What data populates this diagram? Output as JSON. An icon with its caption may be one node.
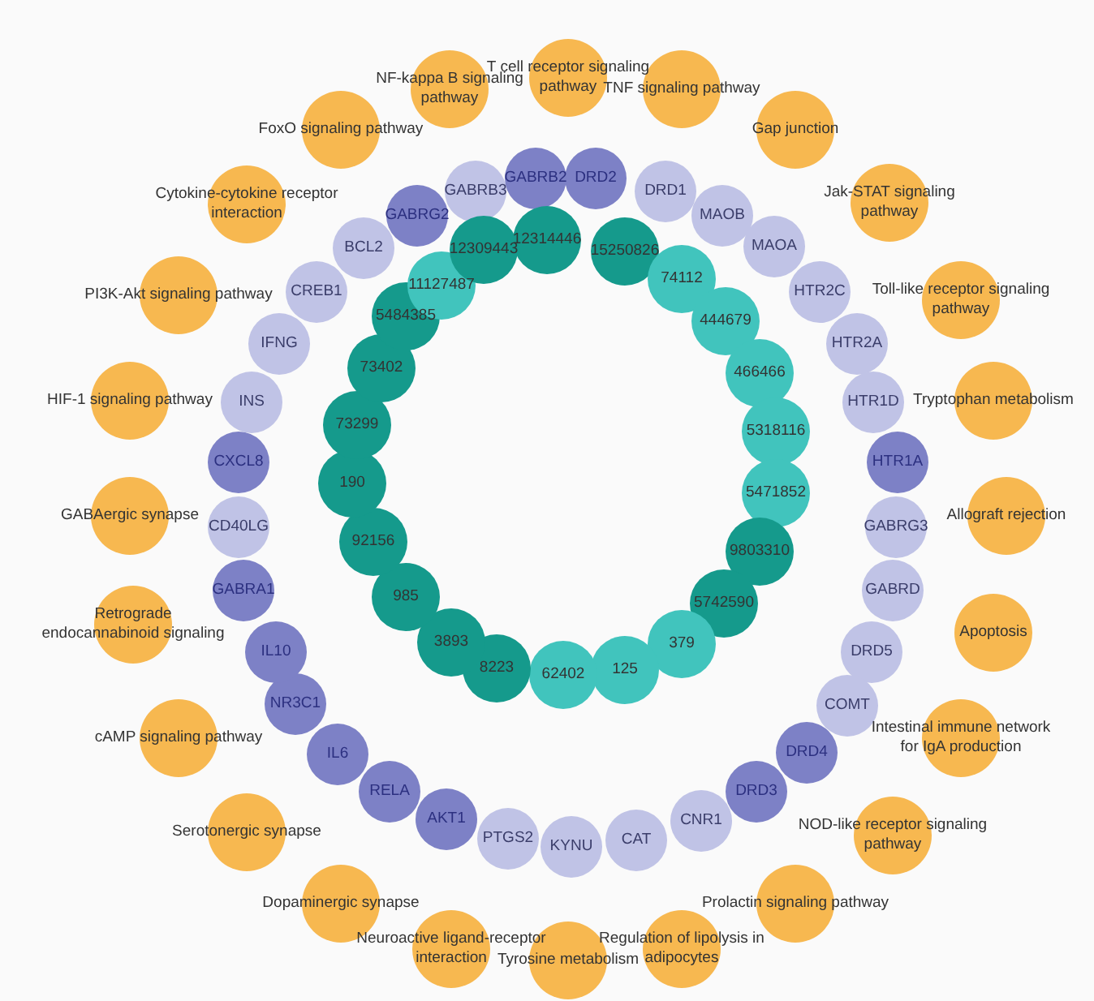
{
  "diagram": {
    "nodes": [
      {
        "text": [
          "T cell receptor signaling pathway"
        ]
      },
      {
        "text": [
          "TNF signaling pathway"
        ]
      },
      {
        "text": [
          "Gap junction"
        ]
      },
      {
        "text": [
          "Jak-STAT signaling pathway"
        ]
      },
      {
        "text": [
          "Toll-like receptor signaling pathway"
        ]
      },
      {
        "text": [
          "Tryptophan metabolism"
        ]
      },
      {
        "text": [
          "Allograft rejection"
        ]
      },
      {
        "text": [
          "Apoptosis"
        ]
      },
      {
        "text": [
          "Intestinal immune network for IgA production"
        ]
      },
      {
        "text": [
          "NOD-like receptor signaling pathway"
        ]
      },
      {
        "text": [
          "Prolactin signaling pathway"
        ]
      },
      {
        "text": [
          "Regulation of lipolysis in adipocytes"
        ]
      },
      {
        "text": [
          "Tyrosine metabolism"
        ]
      },
      {
        "text": [
          "Neuroactive ligand-receptor interaction"
        ]
      },
      {
        "text": [
          "Dopaminergic synapse"
        ]
      },
      {
        "text": [
          "Serotonergic synapse"
        ]
      },
      {
        "text": [
          "cAMP signaling pathway"
        ]
      },
      {
        "text": [
          "Retrograde endocannabinoid signaling"
        ]
      },
      {
        "text": [
          "GABAergic synapse"
        ]
      },
      {
        "text": [
          "HIF-1 signaling pathway"
        ]
      },
      {
        "text": [
          "PI3K-Akt signaling pathway"
        ]
      },
      {
        "text": [
          "Cytokine-cytokine receptor interaction"
        ]
      },
      {
        "text": [
          "FoxO signaling pathway"
        ]
      },
      {
        "text": [
          "NF-kappa B signaling pathway"
        ]
      },
      {
        "text": [
          "DRD2"
        ]
      },
      {
        "text": [
          "DRD1"
        ]
      },
      {
        "text": [
          "MAOB"
        ]
      },
      {
        "text": [
          "MAOA"
        ]
      },
      {
        "text": [
          "HTR2C"
        ]
      },
      {
        "text": [
          "HTR2A"
        ]
      },
      {
        "text": [
          "HTR1D"
        ]
      },
      {
        "text": [
          "HTR1A"
        ]
      },
      {
        "text": [
          "GABRG3"
        ]
      },
      {
        "text": [
          "GABRD"
        ]
      },
      {
        "text": [
          "DRD5"
        ]
      },
      {
        "text": [
          "COMT"
        ]
      },
      {
        "text": [
          "DRD4"
        ]
      },
      {
        "text": [
          "DRD3"
        ]
      },
      {
        "text": [
          "CNR1"
        ]
      },
      {
        "text": [
          "CAT"
        ]
      },
      {
        "text": [
          "KYNU"
        ]
      },
      {
        "text": [
          "PTGS2"
        ]
      },
      {
        "text": [
          "AKT1"
        ]
      },
      {
        "text": [
          "RELA"
        ]
      },
      {
        "text": [
          "IL6"
        ]
      },
      {
        "text": [
          "NR3C1"
        ]
      },
      {
        "text": [
          "IL10"
        ]
      },
      {
        "text": [
          "GABRA1"
        ]
      },
      {
        "text": [
          "CD40LG"
        ]
      },
      {
        "text": [
          "CXCL8"
        ]
      },
      {
        "text": [
          "INS"
        ]
      },
      {
        "text": [
          "IFNG"
        ]
      },
      {
        "text": [
          "CREB1"
        ]
      },
      {
        "text": [
          "BCL2"
        ]
      },
      {
        "text": [
          "GABRG2"
        ]
      },
      {
        "text": [
          "GABRB3"
        ]
      },
      {
        "text": [
          "GABRB2"
        ]
      },
      {
        "text": [
          "12314446"
        ]
      },
      {
        "text": [
          "15250826"
        ]
      },
      {
        "text": [
          "74112"
        ]
      },
      {
        "text": [
          "444679"
        ]
      },
      {
        "text": [
          "466466"
        ]
      },
      {
        "text": [
          "5318116"
        ]
      },
      {
        "text": [
          "5471852"
        ]
      },
      {
        "text": [
          "9803310"
        ]
      },
      {
        "text": [
          "5742590"
        ]
      },
      {
        "text": [
          "379"
        ]
      },
      {
        "text": [
          "125"
        ]
      },
      {
        "text": [
          "62402"
        ]
      },
      {
        "text": [
          "8223"
        ]
      },
      {
        "text": [
          "3893"
        ]
      },
      {
        "text": [
          "985"
        ]
      },
      {
        "text": [
          "92156"
        ]
      },
      {
        "text": [
          "190"
        ]
      },
      {
        "text": [
          "73299"
        ]
      },
      {
        "text": [
          "73402"
        ]
      },
      {
        "text": [
          "5484385"
        ]
      },
      {
        "text": [
          "11127487"
        ]
      },
      {
        "text": [
          "12309443"
        ]
      }
    ]
  }
}
